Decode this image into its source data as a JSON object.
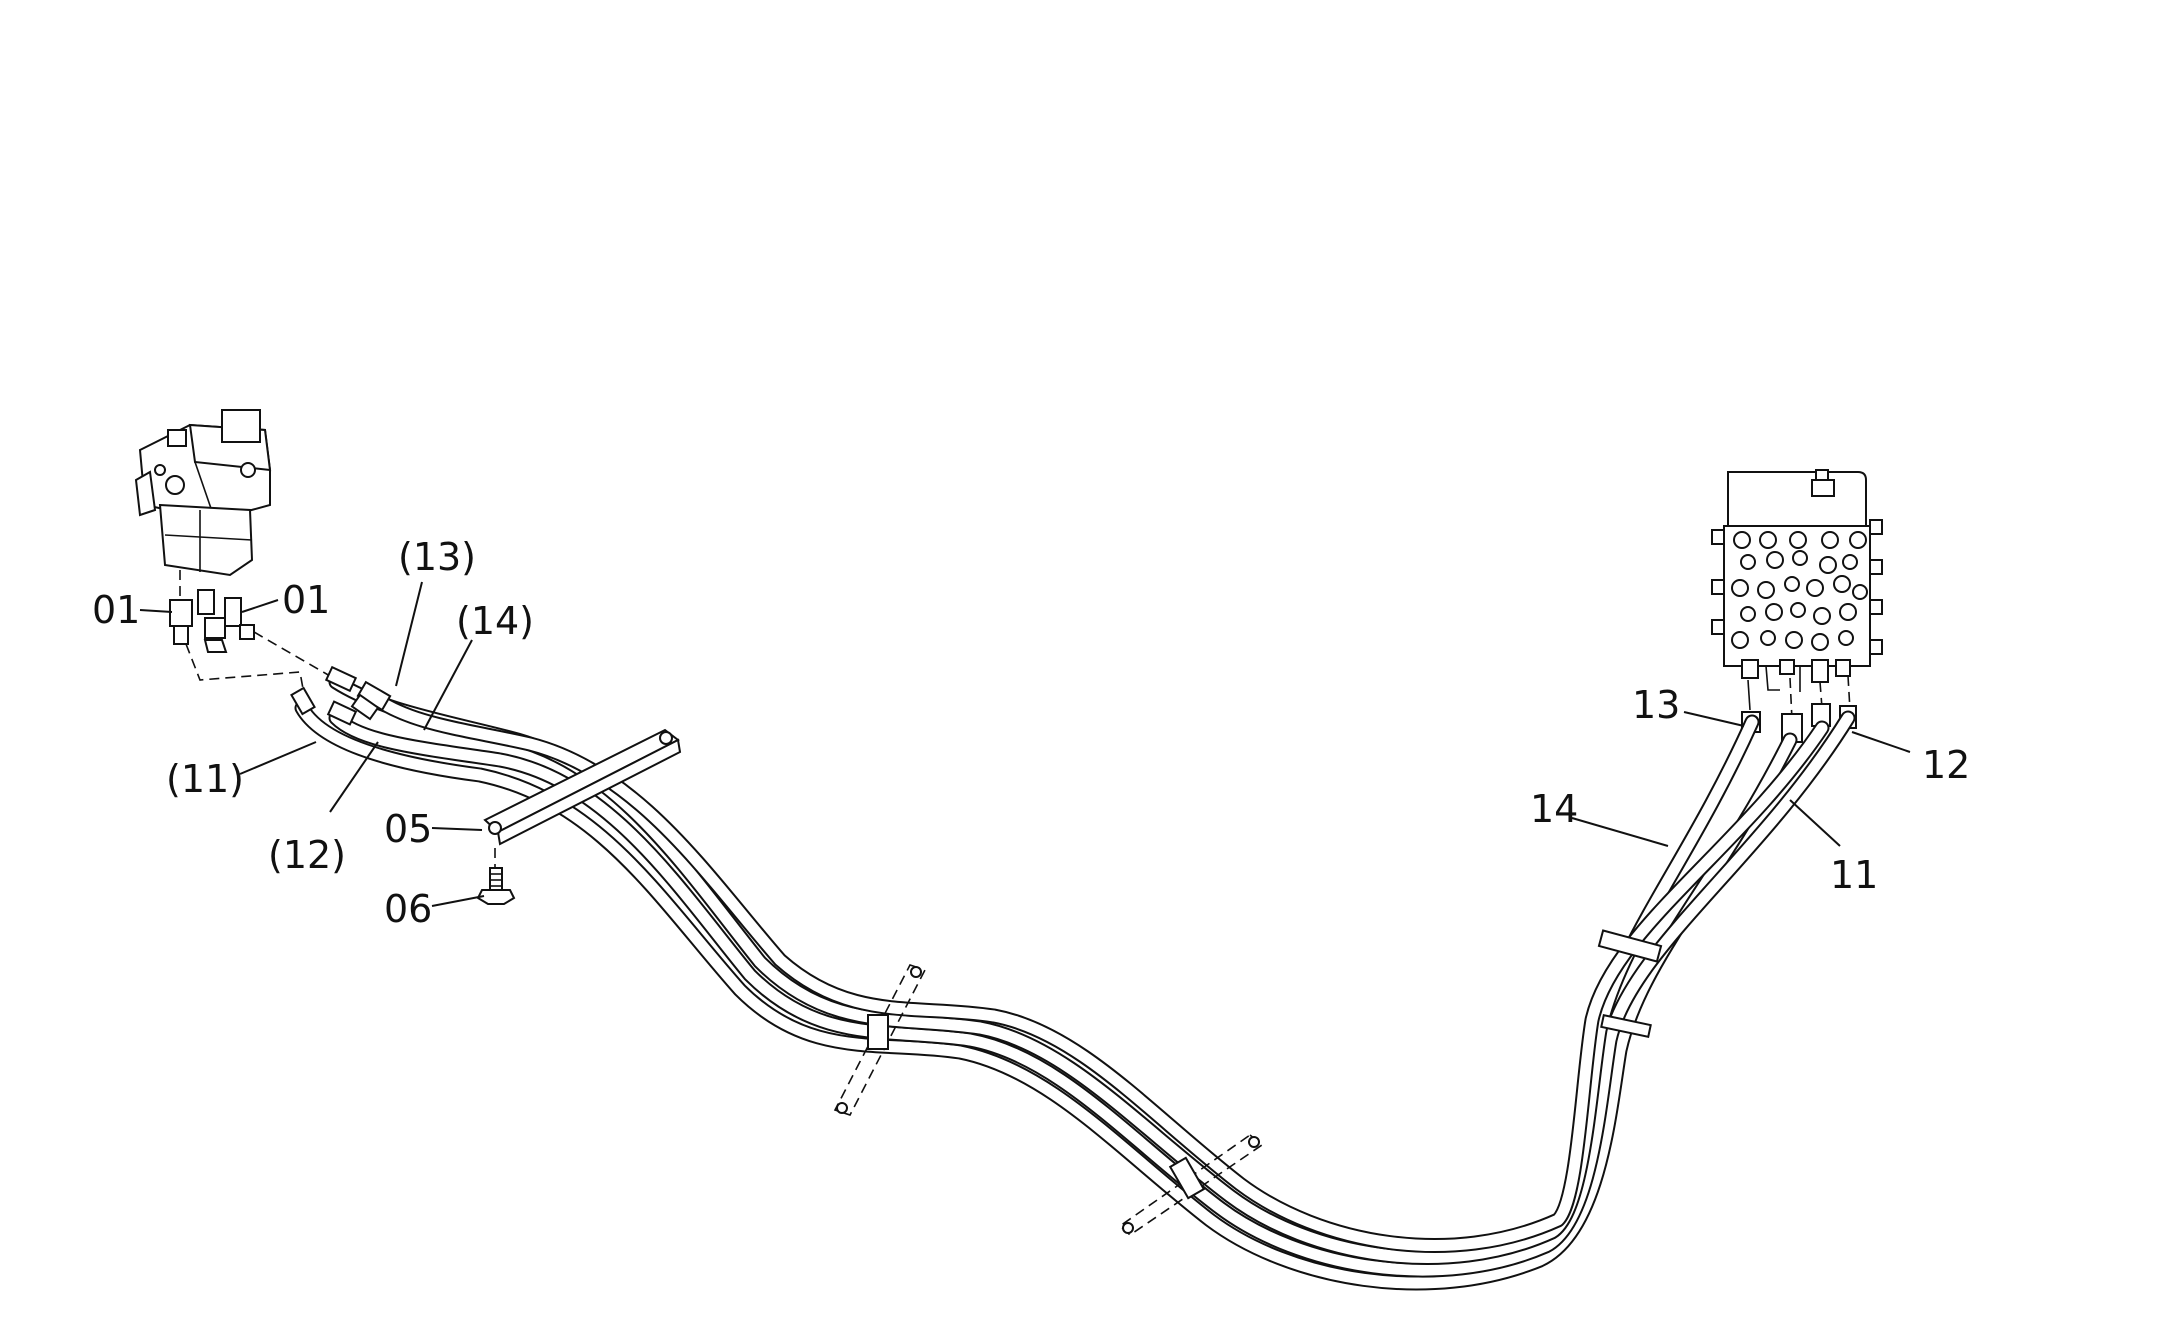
{
  "labels": {
    "p01_left": "01",
    "p01_right": "01",
    "p13_paren": "(13)",
    "p14_paren": "(14)",
    "p11_paren": "(11)",
    "p12_paren": "(12)",
    "p05": "05",
    "p06": "06",
    "p13": "13",
    "p14": "14",
    "p12": "12",
    "p11": "11"
  },
  "colors": {
    "line": "#111111",
    "background": "#ffffff"
  }
}
